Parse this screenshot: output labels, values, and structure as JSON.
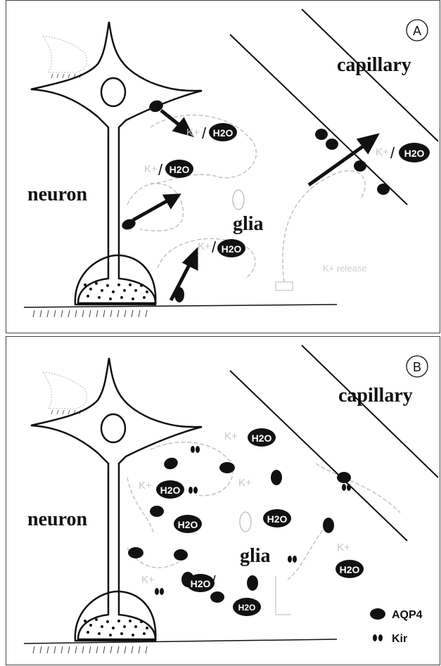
{
  "panel_a": {
    "letter": "A",
    "capillary": "capillary",
    "neuron": "neuron",
    "glia": "glia",
    "k_ion": "K+",
    "slash": "/",
    "h2o": "H2O",
    "k_release": "K+ release"
  },
  "panel_b": {
    "letter": "B",
    "capillary": "capillary",
    "neuron": "neuron",
    "glia": "glia",
    "k_ion": "K+",
    "slash": "/",
    "h2o": "H2O"
  },
  "legend": {
    "aqp4": "AQP4",
    "kir": "Kir"
  }
}
